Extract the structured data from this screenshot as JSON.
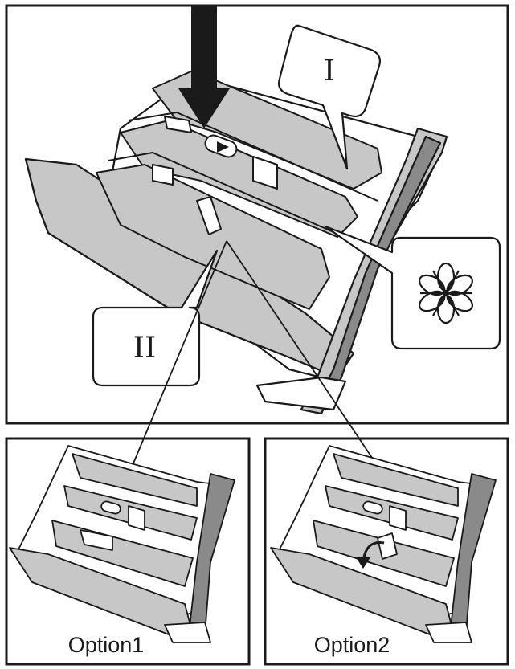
{
  "main_panel": {
    "callout_compartment_1": "I",
    "callout_compartment_2": "II",
    "callout_softener_icon": "flower-softener-icon"
  },
  "panels": {
    "option1_caption": "Option1",
    "option2_caption": "Option2"
  },
  "colors": {
    "line": "#1a1a1a",
    "fill_gray": "#c7c7c7",
    "fill_dark": "#8a8a8a",
    "background": "#ffffff"
  }
}
